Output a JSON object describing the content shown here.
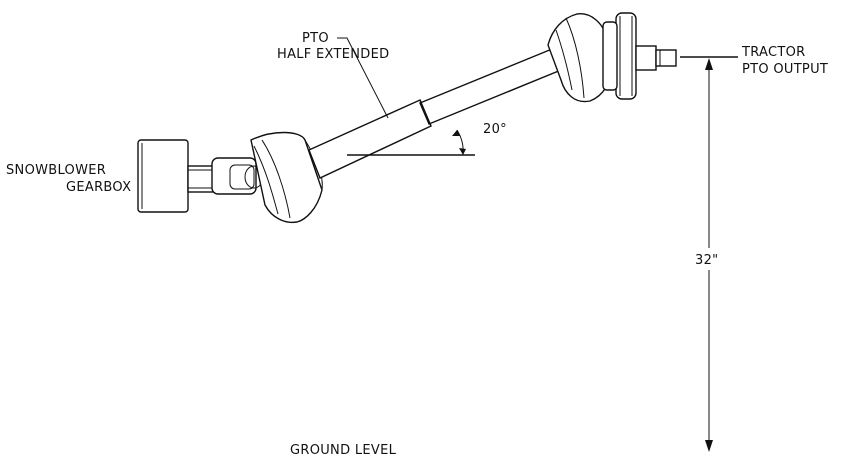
{
  "labels": {
    "pto_line1": "PTO",
    "pto_line2": "HALF EXTENDED",
    "angle": "20°",
    "gearbox_line1": "SNOWBLOWER",
    "gearbox_line2": "GEARBOX",
    "tractor_line1": "TRACTOR",
    "tractor_line2": "PTO OUTPUT",
    "height": "32\"",
    "ground": "GROUND LEVEL"
  }
}
